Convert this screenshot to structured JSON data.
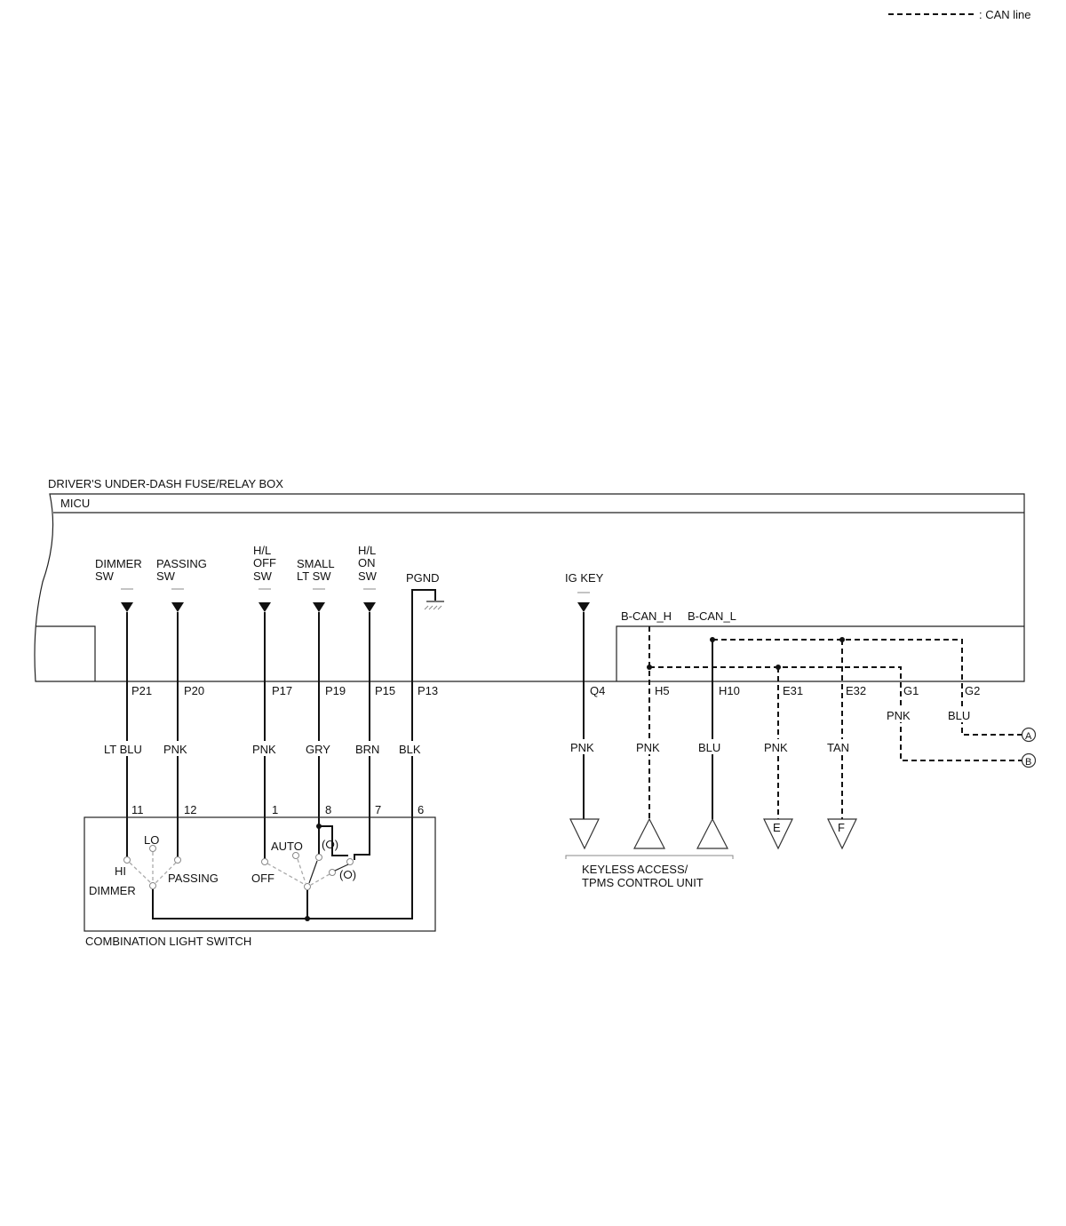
{
  "legend": {
    "can_line": ": CAN line"
  },
  "box": {
    "title": "DRIVER'S UNDER-DASH FUSE/RELAY BOX",
    "micu": "MICU"
  },
  "micu_inputs": {
    "dimmer_sw": [
      "DIMMER",
      "SW"
    ],
    "passing_sw": [
      "PASSING",
      "SW"
    ],
    "hl_off_sw": [
      "H/L",
      "OFF",
      "SW"
    ],
    "small_lt_sw": [
      "SMALL",
      "LT SW"
    ],
    "hl_on_sw": [
      "H/L",
      "ON",
      "SW"
    ],
    "pgnd": "PGND",
    "ig_key": "IG KEY",
    "b_can_h": "B-CAN_H",
    "b_can_l": "B-CAN_L"
  },
  "micu_pins": [
    "P21",
    "P20",
    "P17",
    "P19",
    "P15",
    "P13",
    "Q4",
    "H5",
    "H10",
    "E31",
    "E32",
    "G1",
    "G2"
  ],
  "wire_colors": [
    "LT BLU",
    "PNK",
    "PNK",
    "GRY",
    "BRN",
    "BLK",
    "PNK",
    "PNK",
    "BLU",
    "PNK",
    "TAN",
    "PNK",
    "BLU"
  ],
  "switch_pins": [
    "11",
    "12",
    "1",
    "8",
    "7",
    "6"
  ],
  "switch": {
    "name": "COMBINATION LIGHT SWITCH",
    "lo": "LO",
    "hi": "HI",
    "dimmer": "DIMMER",
    "passing": "PASSING",
    "auto": "AUTO",
    "off": "OFF",
    "pos_small": "(⭘)",
    "pos_head": "(⭘)"
  },
  "keyless": {
    "name": [
      "KEYLESS ACCESS/",
      "TPMS CONTROL UNIT"
    ]
  },
  "connectors": {
    "e": "E",
    "f": "F",
    "a": "A",
    "b": "B"
  }
}
